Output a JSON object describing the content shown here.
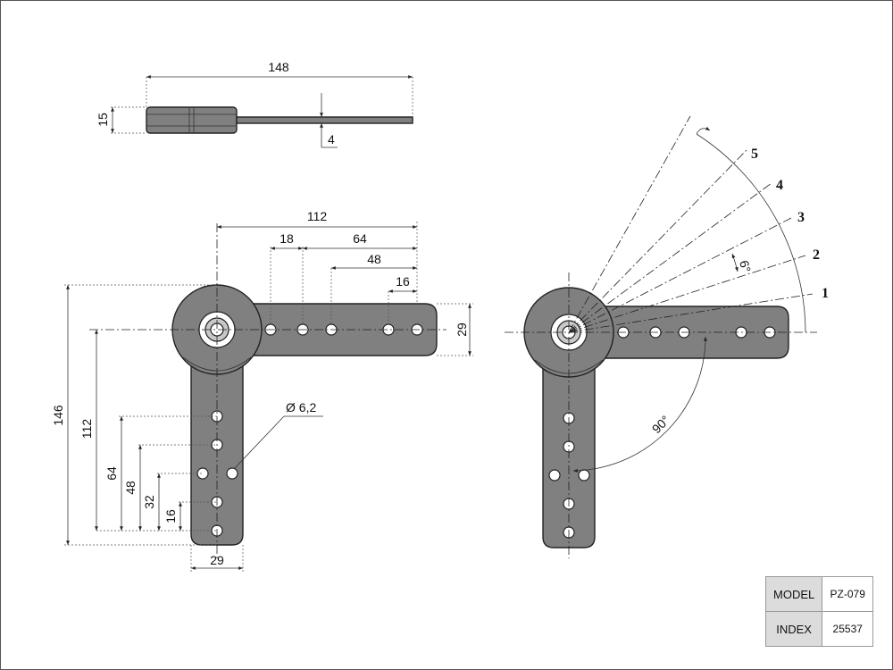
{
  "side_view": {
    "dim_length": "148",
    "dim_height": "15",
    "dim_thickness": "4"
  },
  "front_view": {
    "dim_112_top": "112",
    "dim_18": "18",
    "dim_64_top": "64",
    "dim_48_top": "48",
    "dim_16_top": "16",
    "dim_29_right": "29",
    "dim_146": "146",
    "dim_112_left": "112",
    "dim_64_left": "64",
    "dim_48_left": "48",
    "dim_32": "32",
    "dim_16_left": "16",
    "dim_29_bottom": "29",
    "hole_diameter": "Ø 6,2"
  },
  "rotation_view": {
    "positions": [
      "1",
      "2",
      "3",
      "4",
      "5"
    ],
    "step_angle": "6°",
    "right_angle": "90°"
  },
  "info": {
    "model_label": "MODEL",
    "model_value": "PZ-079",
    "index_label": "INDEX",
    "index_value": "25537"
  }
}
